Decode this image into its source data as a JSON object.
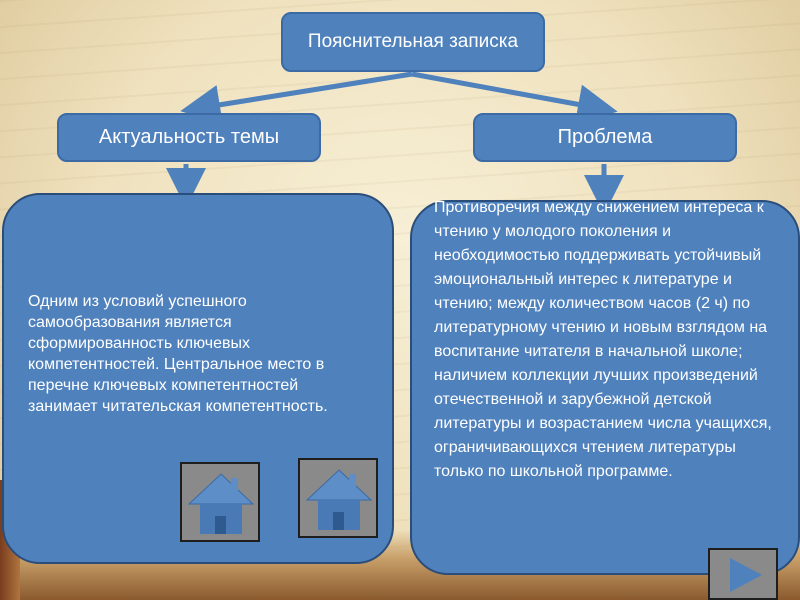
{
  "slide": {
    "title": "Пояснительная записка",
    "left_heading": "Актуальность темы",
    "right_heading": "Проблема",
    "left_text": "Одним из условий успешного самообразования является сформированность ключевых компетентностей. Центральное место в перечне ключевых компетентностей занимает читательская компетентность.",
    "right_text": "Противоречия между снижением интереса к чтению у молодого поколения и необходимостью поддерживать устойчивый эмоциональный интерес к литературе и чтению; между количеством часов (2 ч) по литературному чтению и новым взглядом на воспитание читателя в начальной школе; наличием коллекции лучших произведений отечественной и зарубежной детской литературы и возрастанием числа учащихся, ограничивающихся чтением литературы только по школьной программе."
  },
  "navigation": {
    "home_icon_1": "home-icon",
    "home_icon_2": "home-icon",
    "next_icon": "play-right-icon"
  },
  "colors": {
    "box_fill": "#4f81bd",
    "arrow": "#4f81bd",
    "nav_button": "#8a8a8a",
    "home_icon": "#4a7ab5"
  }
}
